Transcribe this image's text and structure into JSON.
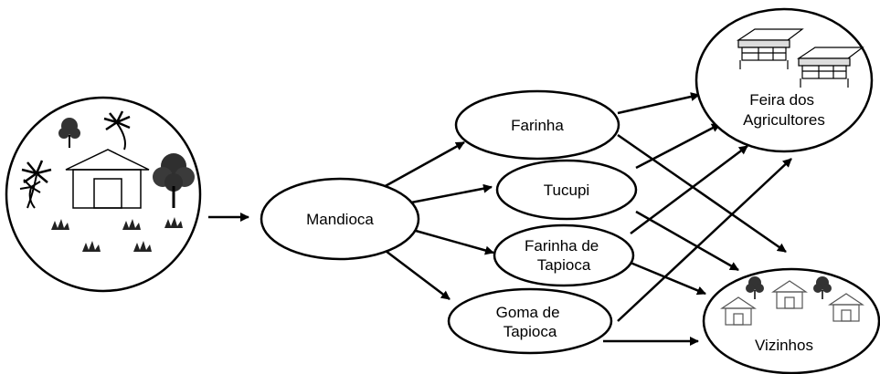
{
  "diagram": {
    "nodes": {
      "mandioca": "Mandioca",
      "farinha": "Farinha",
      "tucupi": "Tucupi",
      "farinha_tapioca": [
        "Farinha de",
        "Tapioca"
      ],
      "goma_tapioca": [
        "Goma de",
        "Tapioca"
      ],
      "feira": [
        "Feira dos",
        "Agricultores"
      ],
      "vizinhos": "Vizinhos"
    },
    "icons": {
      "farm": "farm-house-with-trees-icon",
      "market": "market-stall-icon",
      "neighbors": "neighborhood-houses-icon"
    }
  }
}
